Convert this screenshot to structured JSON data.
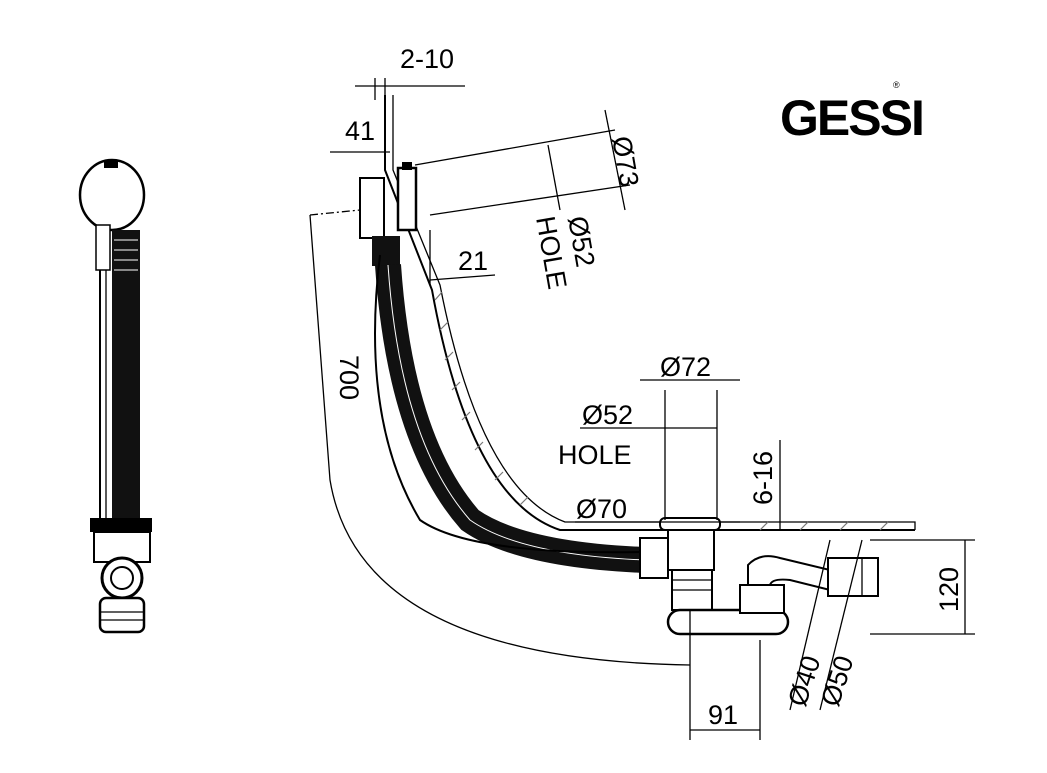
{
  "brand": {
    "logo_text": "GESSI",
    "registered_mark": "®"
  },
  "dimensions": {
    "wall_thickness": "2-10",
    "overflow_depth": "41",
    "overflow_diameter": "Ø73",
    "overflow_hole_diameter": "Ø52",
    "overflow_hole_label": "HOLE",
    "overflow_offset": "21",
    "cable_length": "700",
    "waste_cap_diameter": "Ø72",
    "waste_hole_diameter": "Ø52",
    "waste_hole_label": "HOLE",
    "waste_flange_diameter": "Ø70",
    "bath_thickness": "6-16",
    "height": "120",
    "outlet_inner_diameter": "Ø40",
    "outlet_outer_diameter": "Ø50",
    "horizontal_offset": "91"
  }
}
